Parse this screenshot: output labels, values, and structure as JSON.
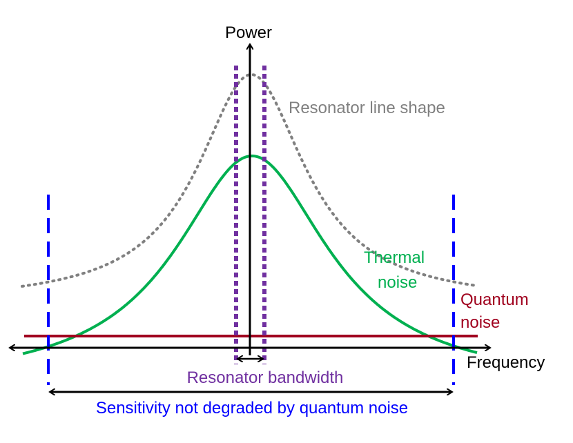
{
  "axes": {
    "y_label": "Power",
    "x_label": "Frequency"
  },
  "annotations": {
    "resonator_line_shape": "Resonator line shape",
    "thermal_noise_line1": "Thermal",
    "thermal_noise_line2": "noise",
    "quantum_noise_line1": "Quantum",
    "quantum_noise_line2": "noise",
    "resonator_bandwidth": "Resonator bandwidth",
    "sensitivity": "Sensitivity not degraded by quantum noise"
  },
  "colors": {
    "axis": "#000000",
    "resonator_line_shape": "#808080",
    "thermal_noise": "#00b050",
    "quantum_noise": "#a0001e",
    "resonator_bandwidth": "#7030a0",
    "sensitivity": "#0000ff"
  }
}
